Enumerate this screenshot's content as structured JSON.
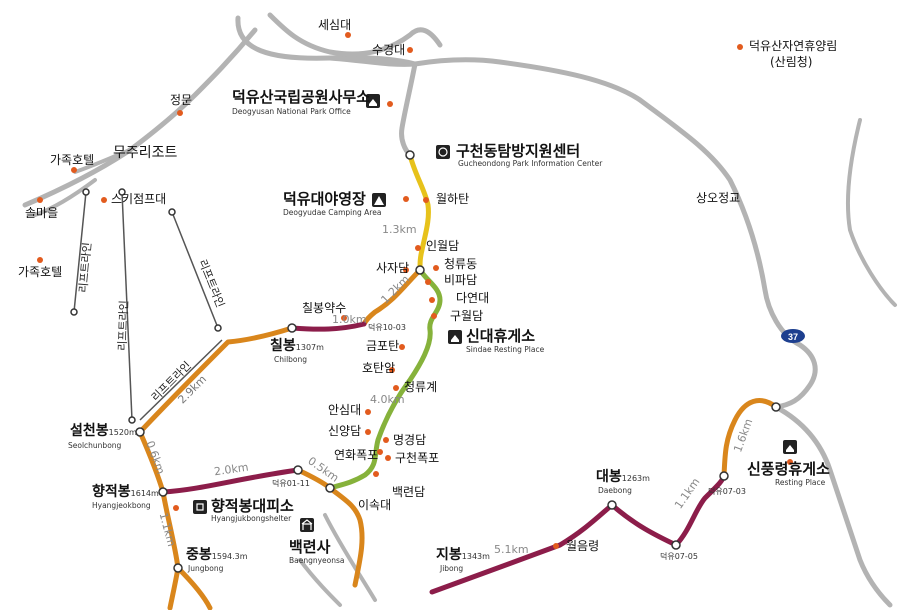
{
  "colors": {
    "road": "#b3b3b3",
    "trail_yellow": "#e7c21b",
    "trail_green": "#86b23b",
    "trail_orange": "#d9861c",
    "trail_maroon": "#8c1d4a",
    "poi_dot": "#e25b1e",
    "highway_badge": "#1d3f8f"
  },
  "highway_number": "37",
  "places": {
    "sesimdae": "세심대",
    "sugyeongdae": "수경대",
    "jeongmun": "정문",
    "family_hotel_1": "가족호텔",
    "family_hotel_2": "가족호텔",
    "muju_resort": "무주리조트",
    "solmaeul": "솔마을",
    "ski_area": "스키점프대",
    "recreation_forest": "덕유산자연휴양림",
    "recreation_forest_sub": "(산림청)",
    "sangojeonggyo": "상오정교"
  },
  "facilities": {
    "park_office_ko": "덕유산국립공원사무소",
    "park_office_en": "Deogyusan National Park Office",
    "info_center_ko": "구천동탐방지원센터",
    "info_center_en": "Gucheondong Park Information Center",
    "camping_ko": "덕유대야영장",
    "camping_en": "Deogyudae Camping Area",
    "sindae_ko": "신대휴게소",
    "sindae_en": "Sindae Resting Place",
    "hyangjeok_shelter_ko": "향적봉대피소",
    "hyangjeok_shelter_en": "Hyangjukbongshelter",
    "baengnyeonsa_ko": "백련사",
    "baengnyeonsa_en": "Baengnyeonsa",
    "sinpungryeong_ko": "신풍령휴게소",
    "sinpungryeong_en": "Resting Place"
  },
  "valley_spots": {
    "wolhatan": "월하탄",
    "inwoldam": "인월담",
    "sajadam": "사자담",
    "cheongnyudong": "청류동",
    "bipadam": "비파담",
    "dayeondae": "다연대",
    "guwoldam": "구월담",
    "chilbong_spring": "칠봉약수",
    "geumpotan": "금포탄",
    "hotanam": "호탄암",
    "cheongnyugye": "청류계",
    "ansimdae": "안심대",
    "sinyangdam": "신양담",
    "myeonggyeongdam": "명경담",
    "yeonhwa_falls": "연화폭포",
    "gucheon_falls": "구천폭포",
    "isokdae": "이속대",
    "baengnyeondam": "백련담",
    "woreumnyeong": "월음령"
  },
  "peaks": {
    "chilbong_ko": "칠봉",
    "chilbong_elev": "1307m",
    "chilbong_en": "Chilbong",
    "seolcheon_ko": "설천봉",
    "seolcheon_elev": "1520m",
    "seolcheon_en": "Seolchunbong",
    "hyangjeok_ko": "향적봉",
    "hyangjeok_elev": "1614m",
    "hyangjeok_en": "Hyangjeokbong",
    "jung_ko": "중봉",
    "jung_elev": "1594.3m",
    "jung_en": "Jungbong",
    "dae_ko": "대봉",
    "dae_elev": "1263m",
    "dae_en": "Daebong",
    "ji_ko": "지봉",
    "ji_elev": "1343m",
    "ji_en": "Jibong"
  },
  "distances": {
    "d_1_3": "1.3km",
    "d_1_2": "1.2km",
    "d_1_0": "1.0km",
    "d_4_0": "4.0km",
    "d_2_9": "2.9km",
    "d_0_6": "0.6km",
    "d_2_0": "2.0km",
    "d_0_5": "0.5km",
    "d_1_1a": "1.1km",
    "d_5_1": "5.1km",
    "d_1_1b": "1.1km",
    "d_1_6": "1.6km"
  },
  "trail_codes": {
    "c_10_03": "덕유10-03",
    "c_01_11": "덕유01-11",
    "c_07_05": "덕유07-05",
    "c_07_03": "덕유07-03"
  },
  "lifts": {
    "lift_a": "리프트라인",
    "lift_b": "리프트라인",
    "lift_c": "리프트라인",
    "lift_d": "리프트라인"
  }
}
